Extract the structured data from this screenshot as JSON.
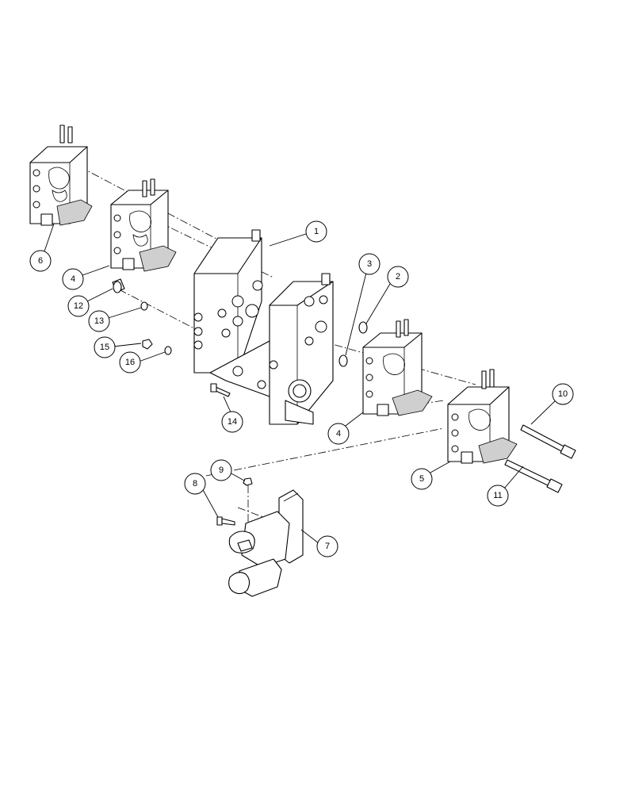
{
  "diagram": {
    "callouts": [
      "1",
      "2",
      "3",
      "4",
      "4",
      "5",
      "6",
      "7",
      "8",
      "9",
      "10",
      "11",
      "12",
      "13",
      "14",
      "15",
      "16"
    ]
  }
}
